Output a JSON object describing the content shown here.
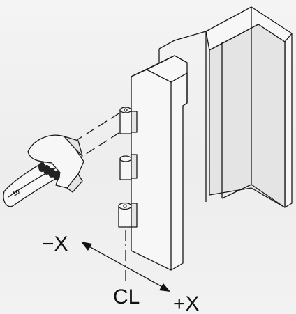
{
  "labels": {
    "minus_x": "−X",
    "plus_x": "+X",
    "centerline": "CL",
    "wrench_marking": "10"
  }
}
